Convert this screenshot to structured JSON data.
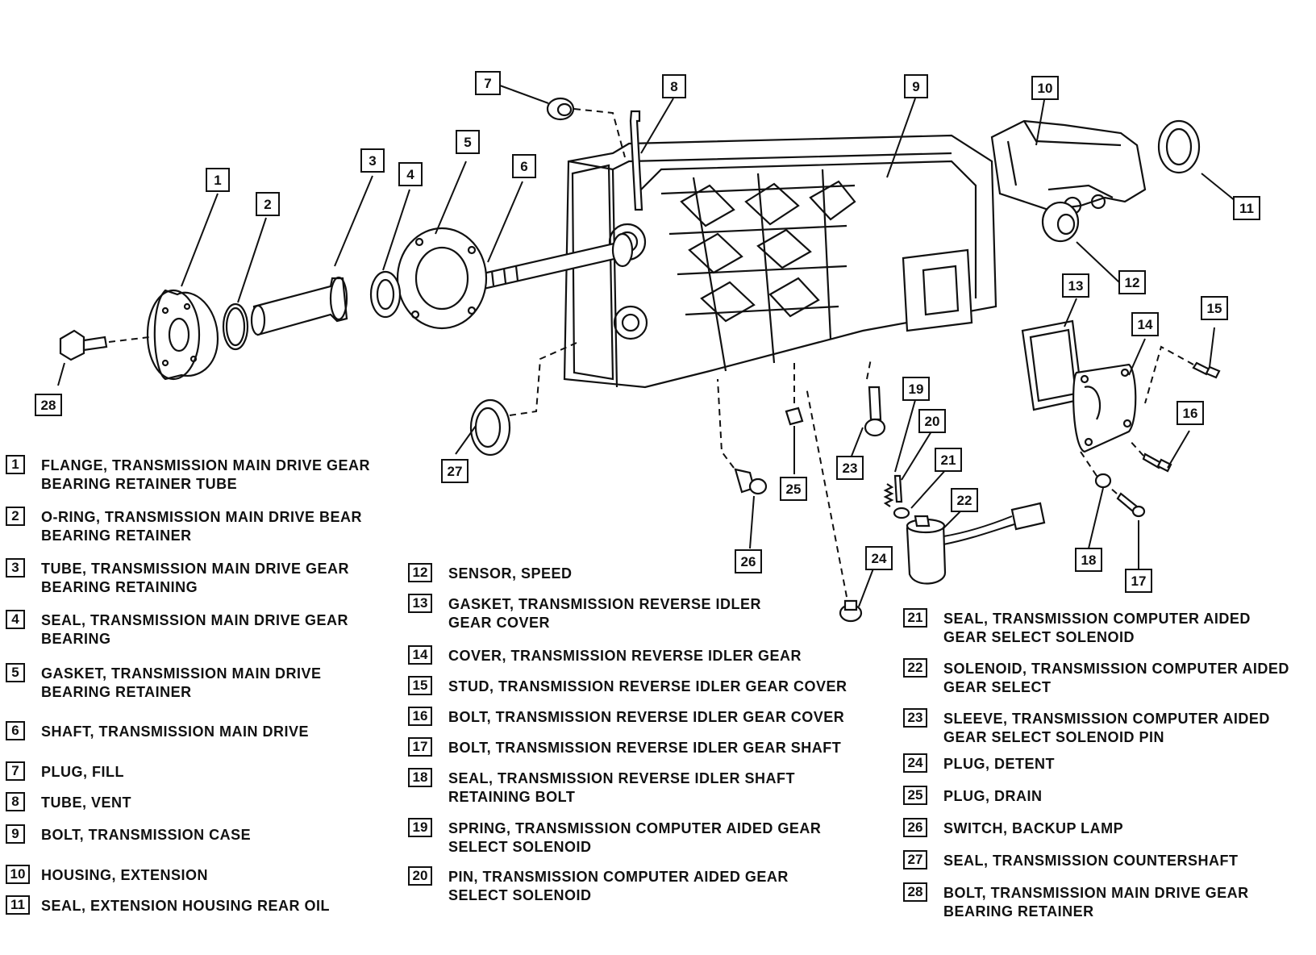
{
  "legend": [
    {
      "num": "1",
      "text": "FLANGE, TRANSMISSION MAIN DRIVE GEAR BEARING RETAINER TUBE"
    },
    {
      "num": "2",
      "text": "O-RING, TRANSMISSION MAIN DRIVE BEAR BEARING RETAINER"
    },
    {
      "num": "3",
      "text": "TUBE, TRANSMISSION MAIN DRIVE GEAR BEARING RETAINING"
    },
    {
      "num": "4",
      "text": "SEAL, TRANSMISSION MAIN DRIVE GEAR BEARING"
    },
    {
      "num": "5",
      "text": "GASKET, TRANSMISSION MAIN DRIVE BEARING RETAINER"
    },
    {
      "num": "6",
      "text": "SHAFT, TRANSMISSION MAIN DRIVE"
    },
    {
      "num": "7",
      "text": "PLUG, FILL"
    },
    {
      "num": "8",
      "text": "TUBE, VENT"
    },
    {
      "num": "9",
      "text": "BOLT, TRANSMISSION CASE"
    },
    {
      "num": "10",
      "text": "HOUSING, EXTENSION"
    },
    {
      "num": "11",
      "text": "SEAL, EXTENSION HOUSING REAR OIL"
    },
    {
      "num": "12",
      "text": "SENSOR, SPEED"
    },
    {
      "num": "13",
      "text": "GASKET, TRANSMISSION REVERSE IDLER GEAR COVER"
    },
    {
      "num": "14",
      "text": "COVER, TRANSMISSION REVERSE IDLER GEAR"
    },
    {
      "num": "15",
      "text": "STUD, TRANSMISSION REVERSE IDLER GEAR COVER"
    },
    {
      "num": "16",
      "text": "BOLT, TRANSMISSION REVERSE IDLER GEAR COVER"
    },
    {
      "num": "17",
      "text": "BOLT, TRANSMISSION REVERSE IDLER GEAR SHAFT"
    },
    {
      "num": "18",
      "text": "SEAL, TRANSMISSION REVERSE IDLER SHAFT RETAINING BOLT"
    },
    {
      "num": "19",
      "text": "SPRING, TRANSMISSION COMPUTER AIDED GEAR SELECT SOLENOID"
    },
    {
      "num": "20",
      "text": "PIN, TRANSMISSION COMPUTER AIDED GEAR SELECT SOLENOID"
    },
    {
      "num": "21",
      "text": "SEAL, TRANSMISSION COMPUTER AIDED GEAR SELECT SOLENOID"
    },
    {
      "num": "22",
      "text": "SOLENOID, TRANSMISSION COMPUTER AIDED GEAR SELECT"
    },
    {
      "num": "23",
      "text": "SLEEVE, TRANSMISSION COMPUTER AIDED GEAR SELECT SOLENOID PIN"
    },
    {
      "num": "24",
      "text": "PLUG, DETENT"
    },
    {
      "num": "25",
      "text": "PLUG, DRAIN"
    },
    {
      "num": "26",
      "text": "SWITCH, BACKUP LAMP"
    },
    {
      "num": "27",
      "text": "SEAL, TRANSMISSION COUNTERSHAFT"
    },
    {
      "num": "28",
      "text": "BOLT, TRANSMISSION MAIN DRIVE GEAR BEARING RETAINER"
    }
  ]
}
